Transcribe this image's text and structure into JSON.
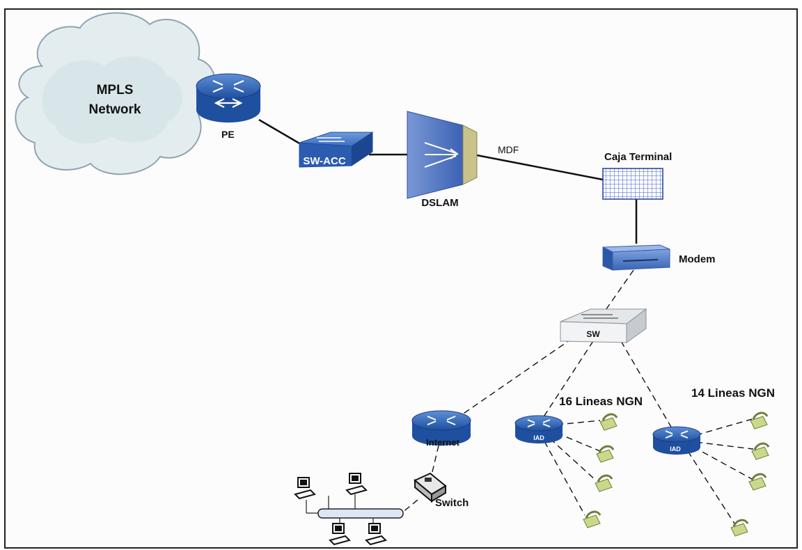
{
  "cloud": {
    "line1": "MPLS",
    "line2": "Network"
  },
  "devices": {
    "pe": "PE",
    "sw_acc": "SW-ACC",
    "dslam": "DSLAM",
    "mdf": "MDF",
    "caja": "Caja Terminal",
    "modem": "Modem",
    "sw": "SW",
    "internet": "Internet",
    "switch": "Switch",
    "iad1": "IAD",
    "iad2": "IAD"
  },
  "groups": {
    "lines16": "16 Lineas NGN",
    "lines14": "14 Lineas NGN"
  },
  "colors": {
    "router_blue": "#2a63b8",
    "phone_green": "#c9d98a",
    "cloud_fill": "#e3edf0",
    "grid_blue": "#3a5ad0"
  }
}
